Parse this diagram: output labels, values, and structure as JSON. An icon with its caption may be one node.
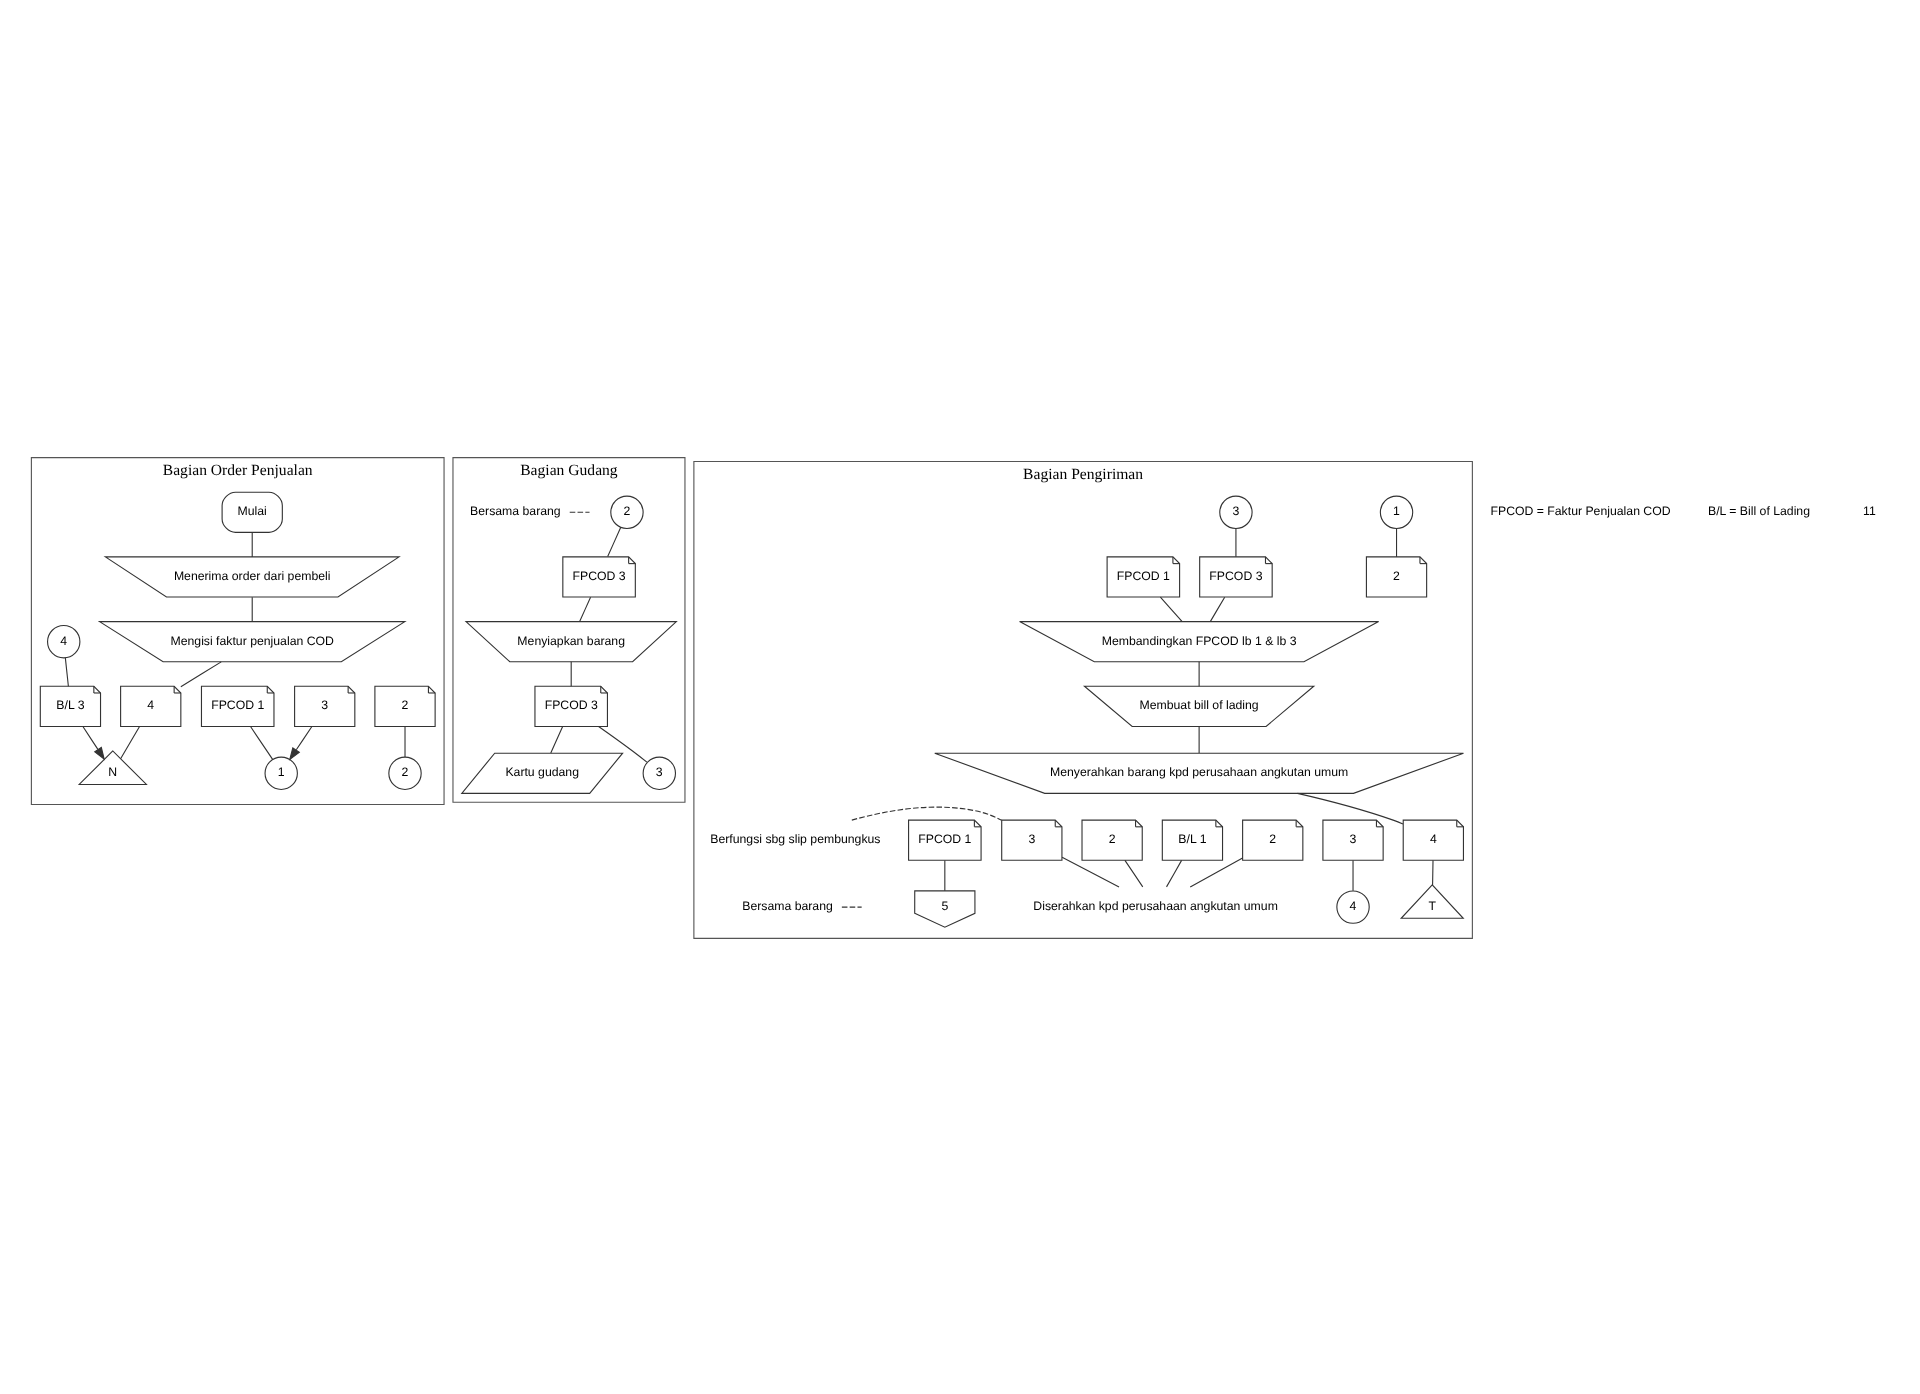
{
  "diagram": {
    "nodes": [
      {
        "text": [
          "Bagian Order Penjualan"
        ]
      },
      {
        "text": [
          "Mulai"
        ],
        "in": 0
      },
      {
        "text": [
          "Menerima order dari pembeli"
        ],
        "in": 0
      },
      {
        "text": [
          "Mengisi faktur penjualan COD"
        ],
        "in": 0
      },
      {
        "text": [
          "4"
        ],
        "in": 0
      },
      {
        "text": [
          "3"
        ],
        "in": 0
      },
      {
        "text": [
          "2"
        ],
        "in": 0
      },
      {
        "text": [
          "FPCOD 1"
        ],
        "in": 0
      },
      {
        "text": [
          "2"
        ],
        "in": 0
      },
      {
        "text": [
          "1"
        ],
        "in": 0
      },
      {
        "text": [
          "4"
        ],
        "in": 0
      },
      {
        "text": [
          "B/L 3"
        ],
        "in": 0
      },
      {
        "text": [
          "N"
        ],
        "in": 0
      },
      {
        "text": [
          "Bagian Gudang"
        ]
      },
      {
        "text": [
          "2"
        ],
        "in": 13
      },
      {
        "text": [
          "FPCOD 3"
        ],
        "in": 13
      },
      {
        "text": [
          "Menyiapkan barang"
        ],
        "in": 13
      },
      {
        "text": [
          "FPCOD 3"
        ],
        "in": 13
      },
      {
        "text": [
          "Kartu gudang"
        ],
        "in": 13
      },
      {
        "text": [
          "Bersama barang"
        ],
        "in": 13
      },
      {
        "text": [
          "3"
        ],
        "in": 13
      },
      {
        "text": [
          "Bagian Pengiriman"
        ]
      },
      {
        "text": [
          "1"
        ],
        "in": 21
      },
      {
        "text": [
          "3"
        ],
        "in": 21
      },
      {
        "text": [
          "2"
        ],
        "in": 21
      },
      {
        "text": [
          "FPCOD 1"
        ],
        "in": 21
      },
      {
        "text": [
          "FPCOD 3"
        ],
        "in": 21
      },
      {
        "text": [
          "Membandingkan FPCOD lb 1 & lb 3"
        ],
        "in": 21
      },
      {
        "text": [
          "Membuat bill of lading"
        ],
        "in": 21
      },
      {
        "text": [
          "Menyerahkan barang kpd perusahaan angkutan umum"
        ],
        "in": 21
      },
      {
        "text": [
          "4"
        ],
        "in": 21
      },
      {
        "text": [
          "3"
        ],
        "in": 21
      },
      {
        "text": [
          "2"
        ],
        "in": 21
      },
      {
        "text": [
          "B/L 1"
        ],
        "in": 21
      },
      {
        "text": [
          "3"
        ],
        "in": 21
      },
      {
        "text": [
          "2"
        ],
        "in": 21
      },
      {
        "text": [
          "FPCOD 1"
        ],
        "in": 21
      },
      {
        "text": [
          "Berfungsi sbg slip pembungkus"
        ],
        "in": 21
      },
      {
        "text": [
          "4"
        ],
        "in": 21
      },
      {
        "text": [
          "T"
        ],
        "in": 21
      },
      {
        "text": [
          "Bersama barang"
        ],
        "in": 21
      },
      {
        "text": [
          "5"
        ],
        "in": 21
      },
      {
        "text": [
          "Diserahkan kpd perusahaan angkutan umum"
        ],
        "in": 21
      }
    ],
    "edges": [
      {
        "from": 1,
        "to": 2,
        "arrow": "none"
      },
      {
        "from": 2,
        "to": 3,
        "arrow": "none"
      },
      {
        "from": 3,
        "to": 4,
        "arrow": "none"
      },
      {
        "from": 7,
        "to": 9,
        "arrow": "none"
      },
      {
        "from": 5,
        "to": 9,
        "arrow": "to"
      },
      {
        "from": 6,
        "to": 8,
        "arrow": "none"
      },
      {
        "from": 4,
        "to": 12,
        "arrow": "none"
      },
      {
        "from": 10,
        "to": 11,
        "arrow": "none"
      },
      {
        "from": 11,
        "to": 12,
        "arrow": "to"
      },
      {
        "from": 14,
        "to": 15,
        "arrow": "none"
      },
      {
        "from": 15,
        "to": 16,
        "arrow": "none"
      },
      {
        "from": 16,
        "to": 17,
        "arrow": "none"
      },
      {
        "from": 17,
        "to": 18,
        "arrow": "none"
      },
      {
        "from": 17,
        "to": 20,
        "arrow": "none"
      },
      {
        "from": 19,
        "to": null,
        "arrow": "none",
        "style": "dashed"
      },
      {
        "from": 22,
        "to": 24,
        "arrow": "none"
      },
      {
        "from": 23,
        "to": 26,
        "arrow": "none"
      },
      {
        "from": 25,
        "to": 27,
        "arrow": "none"
      },
      {
        "from": 26,
        "to": 27,
        "arrow": "none"
      },
      {
        "from": 27,
        "to": 28,
        "arrow": "none"
      },
      {
        "from": 28,
        "to": 29,
        "arrow": "none"
      },
      {
        "from": 29,
        "to": 30,
        "arrow": "none"
      },
      {
        "from": 36,
        "to": 41,
        "arrow": "none"
      },
      {
        "from": 35,
        "to": 42,
        "arrow": "none"
      },
      {
        "from": 34,
        "to": 42,
        "arrow": "none"
      },
      {
        "from": 33,
        "to": 42,
        "arrow": "none"
      },
      {
        "from": 32,
        "to": 42,
        "arrow": "none"
      },
      {
        "from": 31,
        "to": 38,
        "arrow": "none"
      },
      {
        "from": 30,
        "to": 39,
        "arrow": "none"
      },
      {
        "from": 37,
        "to": 34,
        "arrow": "none",
        "style": "dashed"
      },
      {
        "from": 40,
        "to": null,
        "arrow": "none",
        "style": "dashed"
      }
    ],
    "labels": [
      "FPCOD = Faktur Penjualan COD",
      "B/L = Bill of Lading",
      "11"
    ]
  }
}
